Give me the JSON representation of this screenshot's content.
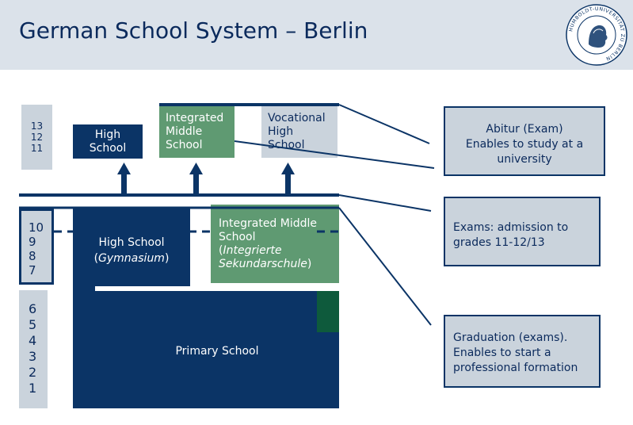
{
  "header": {
    "title": "German School System – Berlin",
    "logo_text": "HUMBOLDT-UNIVERSITÄT ZU BERLIN"
  },
  "grades": {
    "upper": [
      "13",
      "12",
      "11"
    ],
    "middle": [
      "10",
      "9",
      "8",
      "7"
    ],
    "lower": [
      "6",
      "5",
      "4",
      "3",
      "2",
      "1"
    ]
  },
  "upper_schools": {
    "high": [
      "High",
      "School"
    ],
    "integrated": [
      "Integrated",
      "Middle",
      "School"
    ],
    "vocational": [
      "Vocational",
      "High",
      "School"
    ]
  },
  "lower_schools": {
    "gymnasium": {
      "label": "High School",
      "note": "Gymnasium"
    },
    "integrated": {
      "label": [
        "Integrated Middle",
        "School"
      ],
      "note": [
        "Integrierte",
        "Sekundarschule"
      ]
    },
    "primary": "Primary School"
  },
  "callouts": {
    "abitur": [
      "Abitur (Exam)",
      "Enables to study at a",
      "university"
    ],
    "exams": [
      "Exams: admission to",
      "grades 11-12/13"
    ],
    "graduation": [
      "Graduation (exams).",
      "Enables to start a",
      "professional formation"
    ]
  },
  "colors": {
    "navy": "#0b3466",
    "green": "#5f9a72",
    "dark_green": "#0e5a3c",
    "gray": "#cad3dc",
    "header_bg": "#dbe2ea"
  }
}
